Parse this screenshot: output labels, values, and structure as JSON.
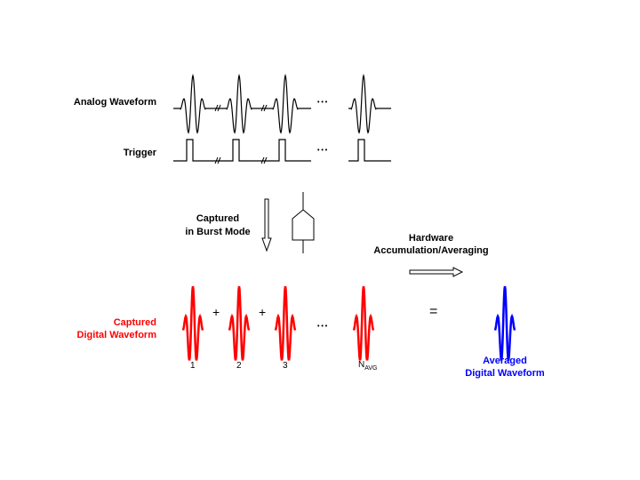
{
  "labels": {
    "analog_waveform": "Analog Waveform",
    "trigger": "Trigger",
    "captured_line1": "Captured",
    "captured_line2": "in Burst Mode",
    "hardware_line1": "Hardware",
    "hardware_line2": "Accumulation/Averaging",
    "captured_digital_line1": "Captured",
    "captured_digital_line2": "Digital Waveform",
    "averaged_line1": "Averaged",
    "averaged_line2": "Digital Waveform"
  },
  "operators": {
    "plus": "+",
    "equals": "=",
    "ellipsis": "• • •"
  },
  "indices": [
    "1",
    "2",
    "3"
  ],
  "navg": {
    "base": "N",
    "sub": "AVG"
  },
  "colors": {
    "captured": "#ff0000",
    "averaged": "#0000ff",
    "line": "#000000"
  }
}
